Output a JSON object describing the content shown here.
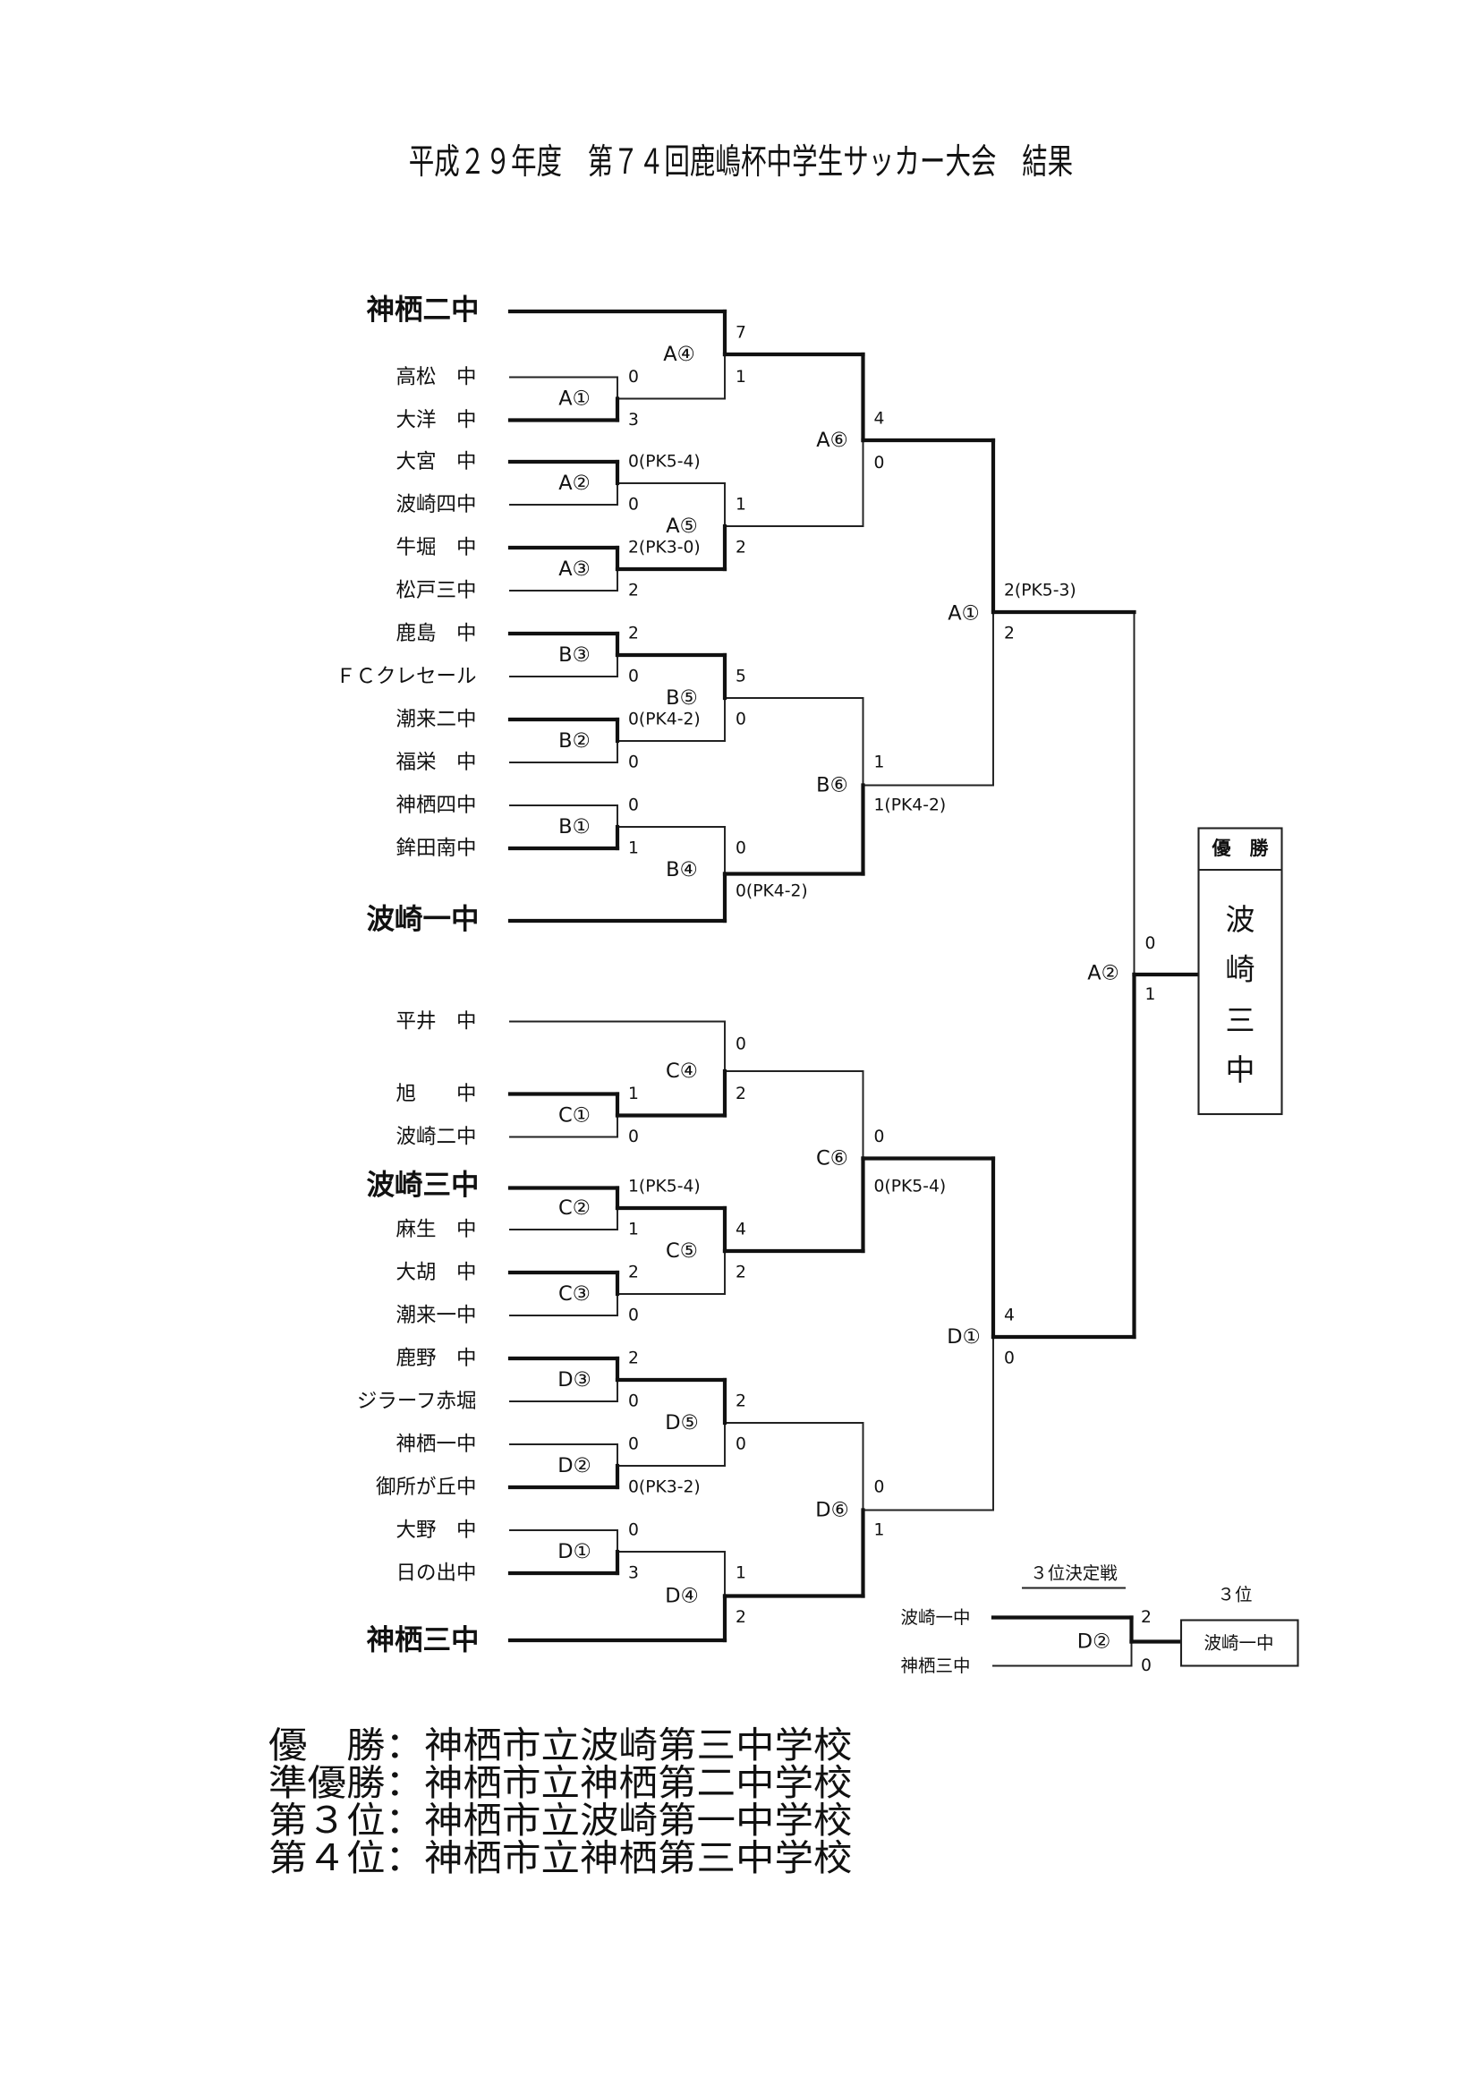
{
  "title": "平成２９年度　第７４回鹿嶋杯中学生サッカー大会　結果",
  "teams": {
    "upper": [
      "神栖二中",
      "高松　中",
      "大洋　中",
      "大宮　中",
      "波崎四中",
      "牛堀　中",
      "松戸三中",
      "鹿島　中",
      "ＦＣクレセール",
      "潮来二中",
      "福栄　中",
      "神栖四中",
      "鉾田南中",
      "波崎一中"
    ],
    "lower": [
      "平井　中",
      "旭　　中",
      "波崎二中",
      "波崎三中",
      "麻生　中",
      "大胡　中",
      "潮来一中",
      "鹿野　中",
      "ジラーフ赤堀",
      "神栖一中",
      "御所が丘中",
      "大野　中",
      "日の出中",
      "神栖三中"
    ]
  },
  "matches": {
    "A1": {
      "label": "A①",
      "top": "0",
      "bottom": "3"
    },
    "A2": {
      "label": "A②",
      "top": "0(PK5-4)",
      "bottom": "0"
    },
    "A3": {
      "label": "A③",
      "top": "2(PK3-0)",
      "bottom": "2"
    },
    "A4": {
      "label": "A④",
      "top": "7",
      "bottom": "1"
    },
    "A5": {
      "label": "A⑤",
      "top": "1",
      "bottom": "2"
    },
    "A6": {
      "label": "A⑥",
      "top": "4",
      "bottom": "0"
    },
    "B1": {
      "label": "B①",
      "top": "0",
      "bottom": "1"
    },
    "B2": {
      "label": "B②",
      "top": "0(PK4-2)",
      "bottom": "0"
    },
    "B3": {
      "label": "B③",
      "top": "2",
      "bottom": "0"
    },
    "B4": {
      "label": "B④",
      "top": "0",
      "bottom": "0(PK4-2)"
    },
    "B5": {
      "label": "B⑤",
      "top": "5",
      "bottom": "0"
    },
    "B6": {
      "label": "B⑥",
      "top": "1",
      "bottom": "1(PK4-2)"
    },
    "C1": {
      "label": "C①",
      "top": "1",
      "bottom": "0"
    },
    "C2": {
      "label": "C②",
      "top": "1(PK5-4)",
      "bottom": "1"
    },
    "C3": {
      "label": "C③",
      "top": "2",
      "bottom": "0"
    },
    "C4": {
      "label": "C④",
      "top": "0",
      "bottom": "2"
    },
    "C5": {
      "label": "C⑤",
      "top": "4",
      "bottom": "2"
    },
    "C6": {
      "label": "C⑥",
      "top": "0",
      "bottom": "0(PK5-4)"
    },
    "D1": {
      "label": "D①",
      "top": "0",
      "bottom": "3"
    },
    "D2": {
      "label": "D②",
      "top": "0",
      "bottom": "0(PK3-2)"
    },
    "D3": {
      "label": "D③",
      "top": "2",
      "bottom": "0"
    },
    "D4": {
      "label": "D④",
      "top": "1",
      "bottom": "2"
    },
    "D5": {
      "label": "D⑤",
      "top": "2",
      "bottom": "0"
    },
    "D6": {
      "label": "D⑥",
      "top": "0",
      "bottom": "1"
    },
    "semi_upper": {
      "label": "A①",
      "top": "2(PK5-3)",
      "bottom": "2"
    },
    "semi_lower": {
      "label": "D①",
      "top": "4",
      "bottom": "0"
    },
    "final": {
      "label": "A②",
      "top": "0",
      "bottom": "1"
    }
  },
  "champion_box": {
    "header": "優　勝",
    "name": [
      "波",
      "崎",
      "三",
      "中"
    ]
  },
  "third_place": {
    "title": "３位決定戦",
    "team_top": "波崎一中",
    "team_bottom": "神栖三中",
    "match_label": "D②",
    "score_top": "2",
    "score_bottom": "0",
    "result_header": "３位",
    "result": "波崎一中"
  },
  "results": [
    "優　勝：神栖市立波崎第三中学校",
    "準優勝：神栖市立神栖第二中学校",
    "第３位：神栖市立波崎第一中学校",
    "第４位：神栖市立神栖第三中学校"
  ]
}
